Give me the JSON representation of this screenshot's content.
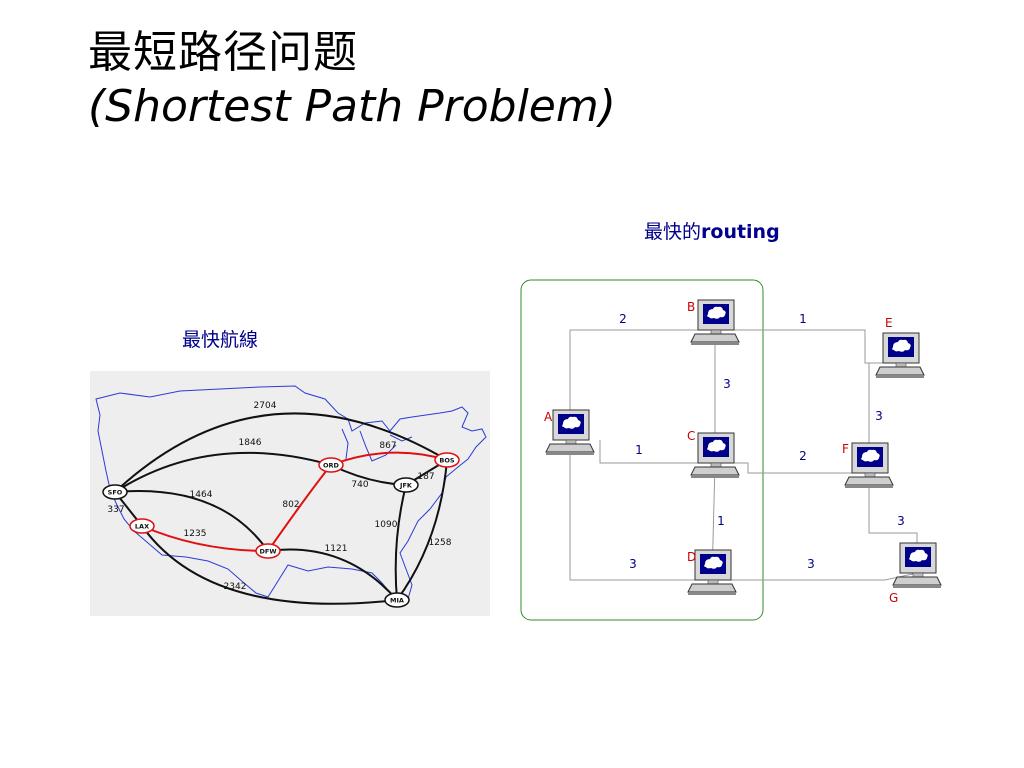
{
  "title": {
    "chinese": "最短路径问题",
    "english": "(Shortest Path Problem)"
  },
  "airline": {
    "caption": "最快航線",
    "cities": [
      {
        "id": "SFO",
        "label": "SFO"
      },
      {
        "id": "LAX",
        "label": "LAX"
      },
      {
        "id": "ORD",
        "label": "ORD"
      },
      {
        "id": "DFW",
        "label": "DFW"
      },
      {
        "id": "JFK",
        "label": "JFK"
      },
      {
        "id": "BOS",
        "label": "BOS"
      },
      {
        "id": "MIA",
        "label": "MIA"
      }
    ],
    "routes": [
      {
        "from": "SFO",
        "to": "BOS",
        "distance": "2704",
        "highlight": false
      },
      {
        "from": "SFO",
        "to": "ORD",
        "distance": "1846",
        "highlight": false
      },
      {
        "from": "SFO",
        "to": "DFW",
        "distance": "1464",
        "highlight": false
      },
      {
        "from": "SFO",
        "to": "LAX",
        "distance": "337",
        "highlight": false
      },
      {
        "from": "LAX",
        "to": "DFW",
        "distance": "1235",
        "highlight": true
      },
      {
        "from": "LAX",
        "to": "MIA",
        "distance": "2342",
        "highlight": false
      },
      {
        "from": "DFW",
        "to": "ORD",
        "distance": "802",
        "highlight": true
      },
      {
        "from": "DFW",
        "to": "MIA",
        "distance": "1121",
        "highlight": false
      },
      {
        "from": "ORD",
        "to": "BOS",
        "distance": "867",
        "highlight": true
      },
      {
        "from": "ORD",
        "to": "JFK",
        "distance": "740",
        "highlight": false
      },
      {
        "from": "JFK",
        "to": "BOS",
        "distance": "187",
        "highlight": false
      },
      {
        "from": "JFK",
        "to": "MIA",
        "distance": "1090",
        "highlight": false
      },
      {
        "from": "BOS",
        "to": "MIA",
        "distance": "1258",
        "highlight": false
      }
    ]
  },
  "routing": {
    "caption_cn": "最快的",
    "caption_en": "routing",
    "nodes": [
      {
        "id": "A",
        "label": "A"
      },
      {
        "id": "B",
        "label": "B"
      },
      {
        "id": "C",
        "label": "C"
      },
      {
        "id": "D",
        "label": "D"
      },
      {
        "id": "E",
        "label": "E"
      },
      {
        "id": "F",
        "label": "F"
      },
      {
        "id": "G",
        "label": "G"
      }
    ],
    "links": [
      {
        "from": "A",
        "to": "B",
        "weight": "2"
      },
      {
        "from": "A",
        "to": "C",
        "weight": "1"
      },
      {
        "from": "A",
        "to": "D",
        "weight": "3"
      },
      {
        "from": "B",
        "to": "C",
        "weight": "3"
      },
      {
        "from": "B",
        "to": "E",
        "weight": "1"
      },
      {
        "from": "C",
        "to": "D",
        "weight": "1"
      },
      {
        "from": "C",
        "to": "F",
        "weight": "2"
      },
      {
        "from": "E",
        "to": "F",
        "weight": "3"
      },
      {
        "from": "F",
        "to": "G",
        "weight": "3"
      },
      {
        "from": "D",
        "to": "G",
        "weight": "3"
      }
    ],
    "colors": {
      "box": "#2e8b2e",
      "label": "#cc0000",
      "weight": "#00008b",
      "screen": "#00008b"
    }
  }
}
